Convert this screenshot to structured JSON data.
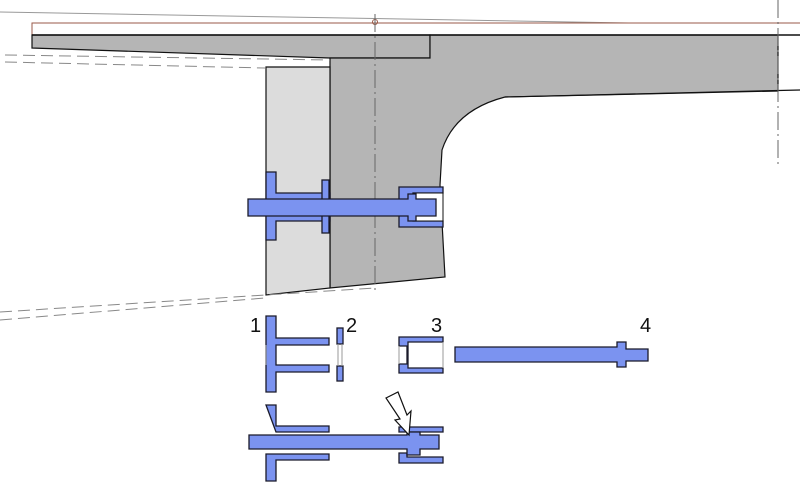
{
  "diagram": {
    "part_labels": [
      "1",
      "2",
      "3",
      "4"
    ],
    "colors": {
      "deck_gray": "#b5b5b5",
      "plate_gray": "#dcdcdc",
      "part_blue": "#7b93f0",
      "reference_line": "#9a5a48"
    }
  }
}
